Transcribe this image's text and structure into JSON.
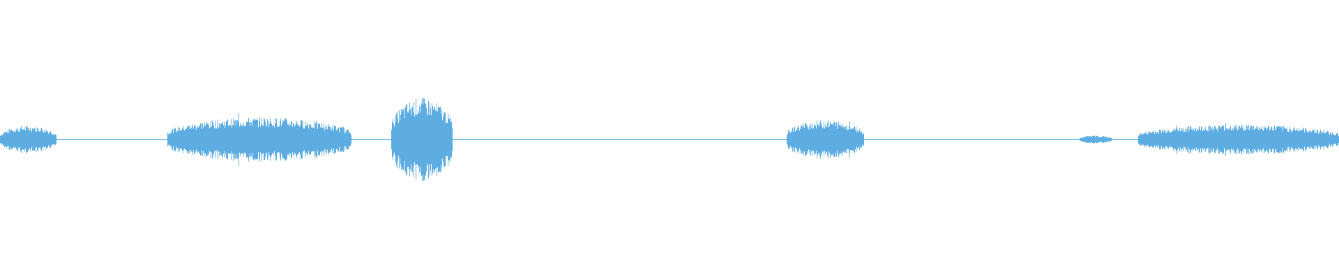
{
  "waveform": {
    "color": "#5dade2",
    "background": "#ffffff",
    "segments": [
      {
        "start": 0.0,
        "end": 0.042,
        "peak": 0.1
      },
      {
        "start": 0.125,
        "end": 0.262,
        "peak": 0.16
      },
      {
        "start": 0.292,
        "end": 0.338,
        "peak": 0.3
      },
      {
        "start": 0.587,
        "end": 0.645,
        "peak": 0.14
      },
      {
        "start": 0.806,
        "end": 0.83,
        "peak": 0.03
      },
      {
        "start": 0.85,
        "end": 1.0,
        "peak": 0.11
      }
    ]
  }
}
